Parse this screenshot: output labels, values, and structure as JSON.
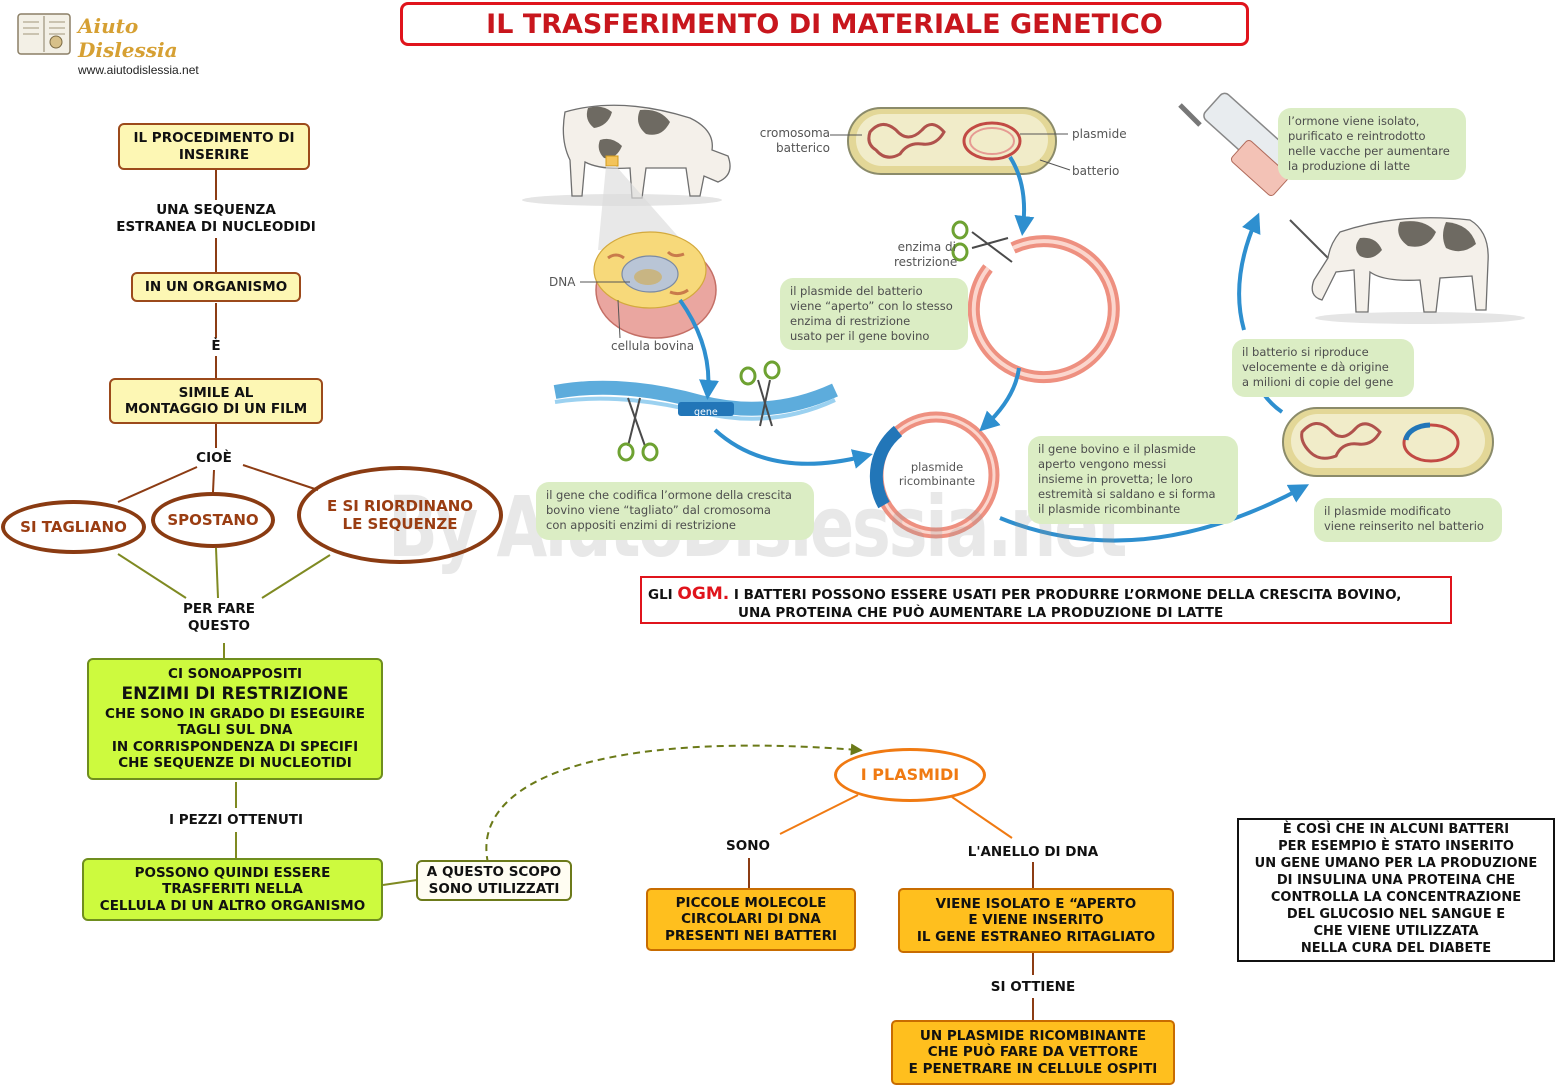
{
  "brand": {
    "name": "Aiuto Dislessia",
    "url": "www.aiutodislessia.net"
  },
  "title": "IL TRASFERIMENTO DI MATERIALE GENETICO",
  "watermark": "By AiutoDislessia.net",
  "colors": {
    "title_border": "#e0141c",
    "title_text": "#c8161d",
    "yellow_fill": "#fdf7b4",
    "lime_fill": "#cdfa3e",
    "orange_fill": "#ffbf1e",
    "oval_border": "#8a3b12",
    "plasmidi_border": "#f07a12",
    "note_fill": "#dbedc4",
    "arrow_blue": "#2e8fcf",
    "ogm_red": "#e0141c"
  },
  "concept_map": {
    "procedimento": "IL PROCEDIMENTO DI\nINSERIRE",
    "sequenza": "UNA SEQUENZA\nESTRANEA DI NUCLEODIDI",
    "organismo": "IN UN ORGANISMO",
    "e": "È",
    "simile": "SIMILE AL\nMONTAGGIO DI UN FILM",
    "cioe": "CIOÈ",
    "tagliano": "SI TAGLIANO",
    "spostano": "SPOSTANO",
    "riordinano": "E SI RIORDINANO\nLE SEQUENZE",
    "per_fare": "PER FARE\nQUESTO",
    "enzimi_top": "CI SONOAPPOSITI",
    "enzimi_big": "ENZIMI DI RESTRIZIONE",
    "enzimi_rest": "CHE SONO IN GRADO DI ESEGUIRE\nTAGLI SUL DNA\nIN CORRISPONDENZA DI SPECIFI\nCHE SEQUENZE DI NUCLEOTIDI",
    "pezzi": "I PEZZI OTTENUTI",
    "trasferiti": "POSSONO QUINDI ESSERE\nTRASFERITI NELLA\nCELLULA DI UN ALTRO ORGANISMO",
    "scopo": "A QUESTO SCOPO\nSONO UTILIZZATI",
    "plasmidi": "I PLASMIDI",
    "sono": "SONO",
    "anello": "L'ANELLO DI DNA",
    "piccole": "PICCOLE MOLECOLE\nCIRCOLARI DI DNA\nPRESENTI NEI  BATTERI",
    "isolato": "VIENE ISOLATO E “APERTO\nE VIENE INSERITO\nIL GENE ESTRANEO RITAGLIATO",
    "si_ottiene": "SI OTTIENE",
    "ricombinante": "UN PLASMIDE RICOMBINANTE\nCHE PUÒ FARE DA VETTORE\nE PENETRARE IN CELLULE OSPITI",
    "insulina": "È COSÌ CHE IN ALCUNI BATTERI\nPER ESEMPIO  È STATO INSERITO\nUN GENE UMANO PER LA PRODUZIONE\nDI  INSULINA  UNA PROTEINA CHE\nCONTROLLA  LA  CONCENTRAZIONE\nDEL  GLUCOSIO  NEL  SANGUE  E\nCHE VIENE UTILIZZATA\nNELLA CURA DEL DIABETE"
  },
  "ogm": {
    "prefix": "GLI",
    "keyword": "OGM.",
    "line1": "I BATTERI POSSONO ESSERE USATI PER PRODURRE L’ORMONE DELLA CRESCITA BOVINO,",
    "line2": "UNA PROTEINA CHE PUÒ AUMENTARE LA PRODUZIONE DI LATTE"
  },
  "illustration": {
    "cromosoma": "cromosoma\nbatterico",
    "plasmide": "plasmide",
    "batterio": "batterio",
    "dna": "DNA",
    "cellula": "cellula bovina",
    "enzima": "enzima di\nrestrizione",
    "gene": "gene",
    "plasmide_ricomb": "plasmide\nricombinante",
    "notes": {
      "plasmide_aperto": "il plasmide del batterio\nviene “aperto” con lo stesso\nenzima di restrizione\nusato per il gene bovino",
      "gene_tagliato": "il gene che codifica l’ormone della crescita\nbovino viene “tagliato” dal cromosoma\ncon appositi enzimi di restrizione",
      "gene_plasmide": "il gene bovino e il plasmide\naperto vengono messi\ninsieme in provetta; le loro\nestremità si saldano e si forma\nil plasmide ricombinante",
      "riproduce": "il batterio si riproduce\nvelocemente e dà origine\na milioni di copie del gene",
      "reinserito": "il plasmide modificato\nviene reinserito nel batterio",
      "ormone": "l’ormone viene isolato,\npurificato e reintrodotto\nnelle vacche per aumentare\nla produzione di latte"
    }
  }
}
